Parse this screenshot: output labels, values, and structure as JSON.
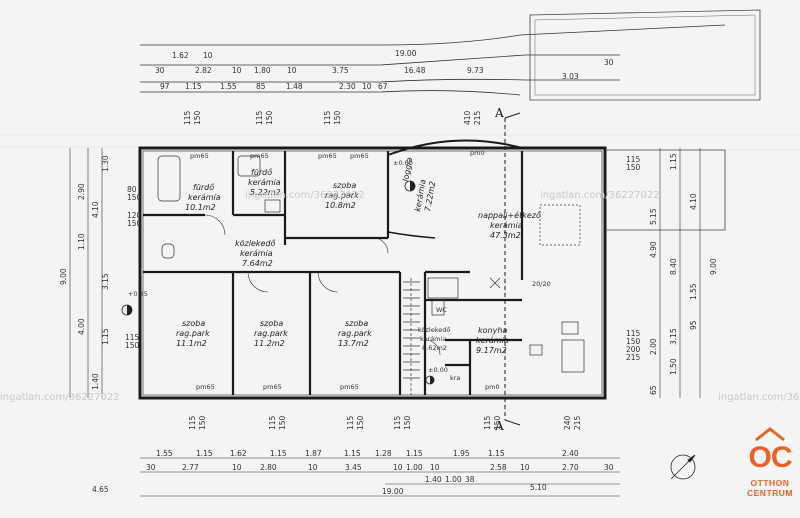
{
  "rooms": {
    "bath1": {
      "name": "fürdő",
      "floor": "kerámia",
      "area": "10.1m2"
    },
    "bath2": {
      "name": "fürdő",
      "floor": "kerámia",
      "area": "5.22m2"
    },
    "room1": {
      "name": "szoba",
      "floor": "rag.park",
      "area": "10.8m2"
    },
    "loggia": {
      "name": "loggia",
      "floor": "kerámia",
      "area": "7.22m2"
    },
    "living": {
      "name": "nappali+étkező",
      "floor": "kerámia",
      "area": "47.3m2"
    },
    "hall": {
      "name": "közlekedő",
      "floor": "kerámia",
      "area": "7.64m2"
    },
    "room2": {
      "name": "szoba",
      "floor": "rag.park",
      "area": "11.1m2"
    },
    "room3": {
      "name": "szoba",
      "floor": "rag.park",
      "area": "11.2m2"
    },
    "room4": {
      "name": "szoba",
      "floor": "rag.park",
      "area": "13.7m2"
    },
    "hall2": {
      "name": "közlekedő",
      "floor": "kerámia",
      "area": "8.62m2"
    },
    "kitchen": {
      "name": "konyha",
      "floor": "kerámia",
      "area": "9.17m2"
    }
  },
  "labels": {
    "section_a": "A",
    "level1": "±0.00",
    "level2": "+0.25",
    "level3": "±0.00",
    "stair": "20/20",
    "pm65": "pm65",
    "pm0": "pm0",
    "wc": "WC",
    "kamra": "kra",
    "hidden": "ingatlan.com/36227022"
  },
  "dims_top": {
    "row1": [
      "1.62",
      "10",
      "19.00"
    ],
    "row2": [
      "30",
      "2.82",
      "10",
      "1.80",
      "10",
      "3.75",
      "16.48",
      "9.73",
      "30"
    ],
    "row3": [
      "97",
      "1.15",
      "1.55",
      "85",
      "1.48",
      "2.30",
      "10",
      "67",
      "3.03"
    ],
    "open": [
      "115",
      "150",
      "115",
      "150",
      "115",
      "150",
      "410",
      "215",
      "115",
      "150"
    ]
  },
  "dims_bottom": {
    "row1": [
      "1.55",
      "1.15",
      "1.62",
      "1.15",
      "1.87",
      "1.15",
      "1.28",
      "1.15",
      "1.95",
      "1.15",
      "2.40"
    ],
    "row2": [
      "30",
      "2.77",
      "10",
      "2.80",
      "10",
      "3.45",
      "10",
      "1.00",
      "10",
      "2.58",
      "10",
      "2.70",
      "30"
    ],
    "row3": [
      "1.40",
      "1.00",
      "38",
      "5.10"
    ],
    "total": [
      "4.65",
      "19.00"
    ],
    "open": [
      "115",
      "150",
      "115",
      "150",
      "115",
      "150",
      "115",
      "150",
      "240",
      "215",
      "115",
      "150"
    ]
  },
  "dims_left": [
    "9.00",
    "2.90",
    "1.30",
    "4.10",
    "1.10",
    "3.15",
    "4.00",
    "1.15",
    "1.40",
    "80",
    "150",
    "120",
    "150",
    "115",
    "150"
  ],
  "dims_right": [
    "1.15",
    "4.10",
    "5.15",
    "4.90",
    "8.40",
    "1.55",
    "9.00",
    "3.15",
    "2.00",
    "1.50",
    "95",
    "65",
    "115",
    "150",
    "200",
    "215"
  ],
  "watermark": "ingatlan.com/36227022",
  "logo": {
    "mark": "OC",
    "line1": "OTTHON",
    "line2": "CENTRUM"
  }
}
